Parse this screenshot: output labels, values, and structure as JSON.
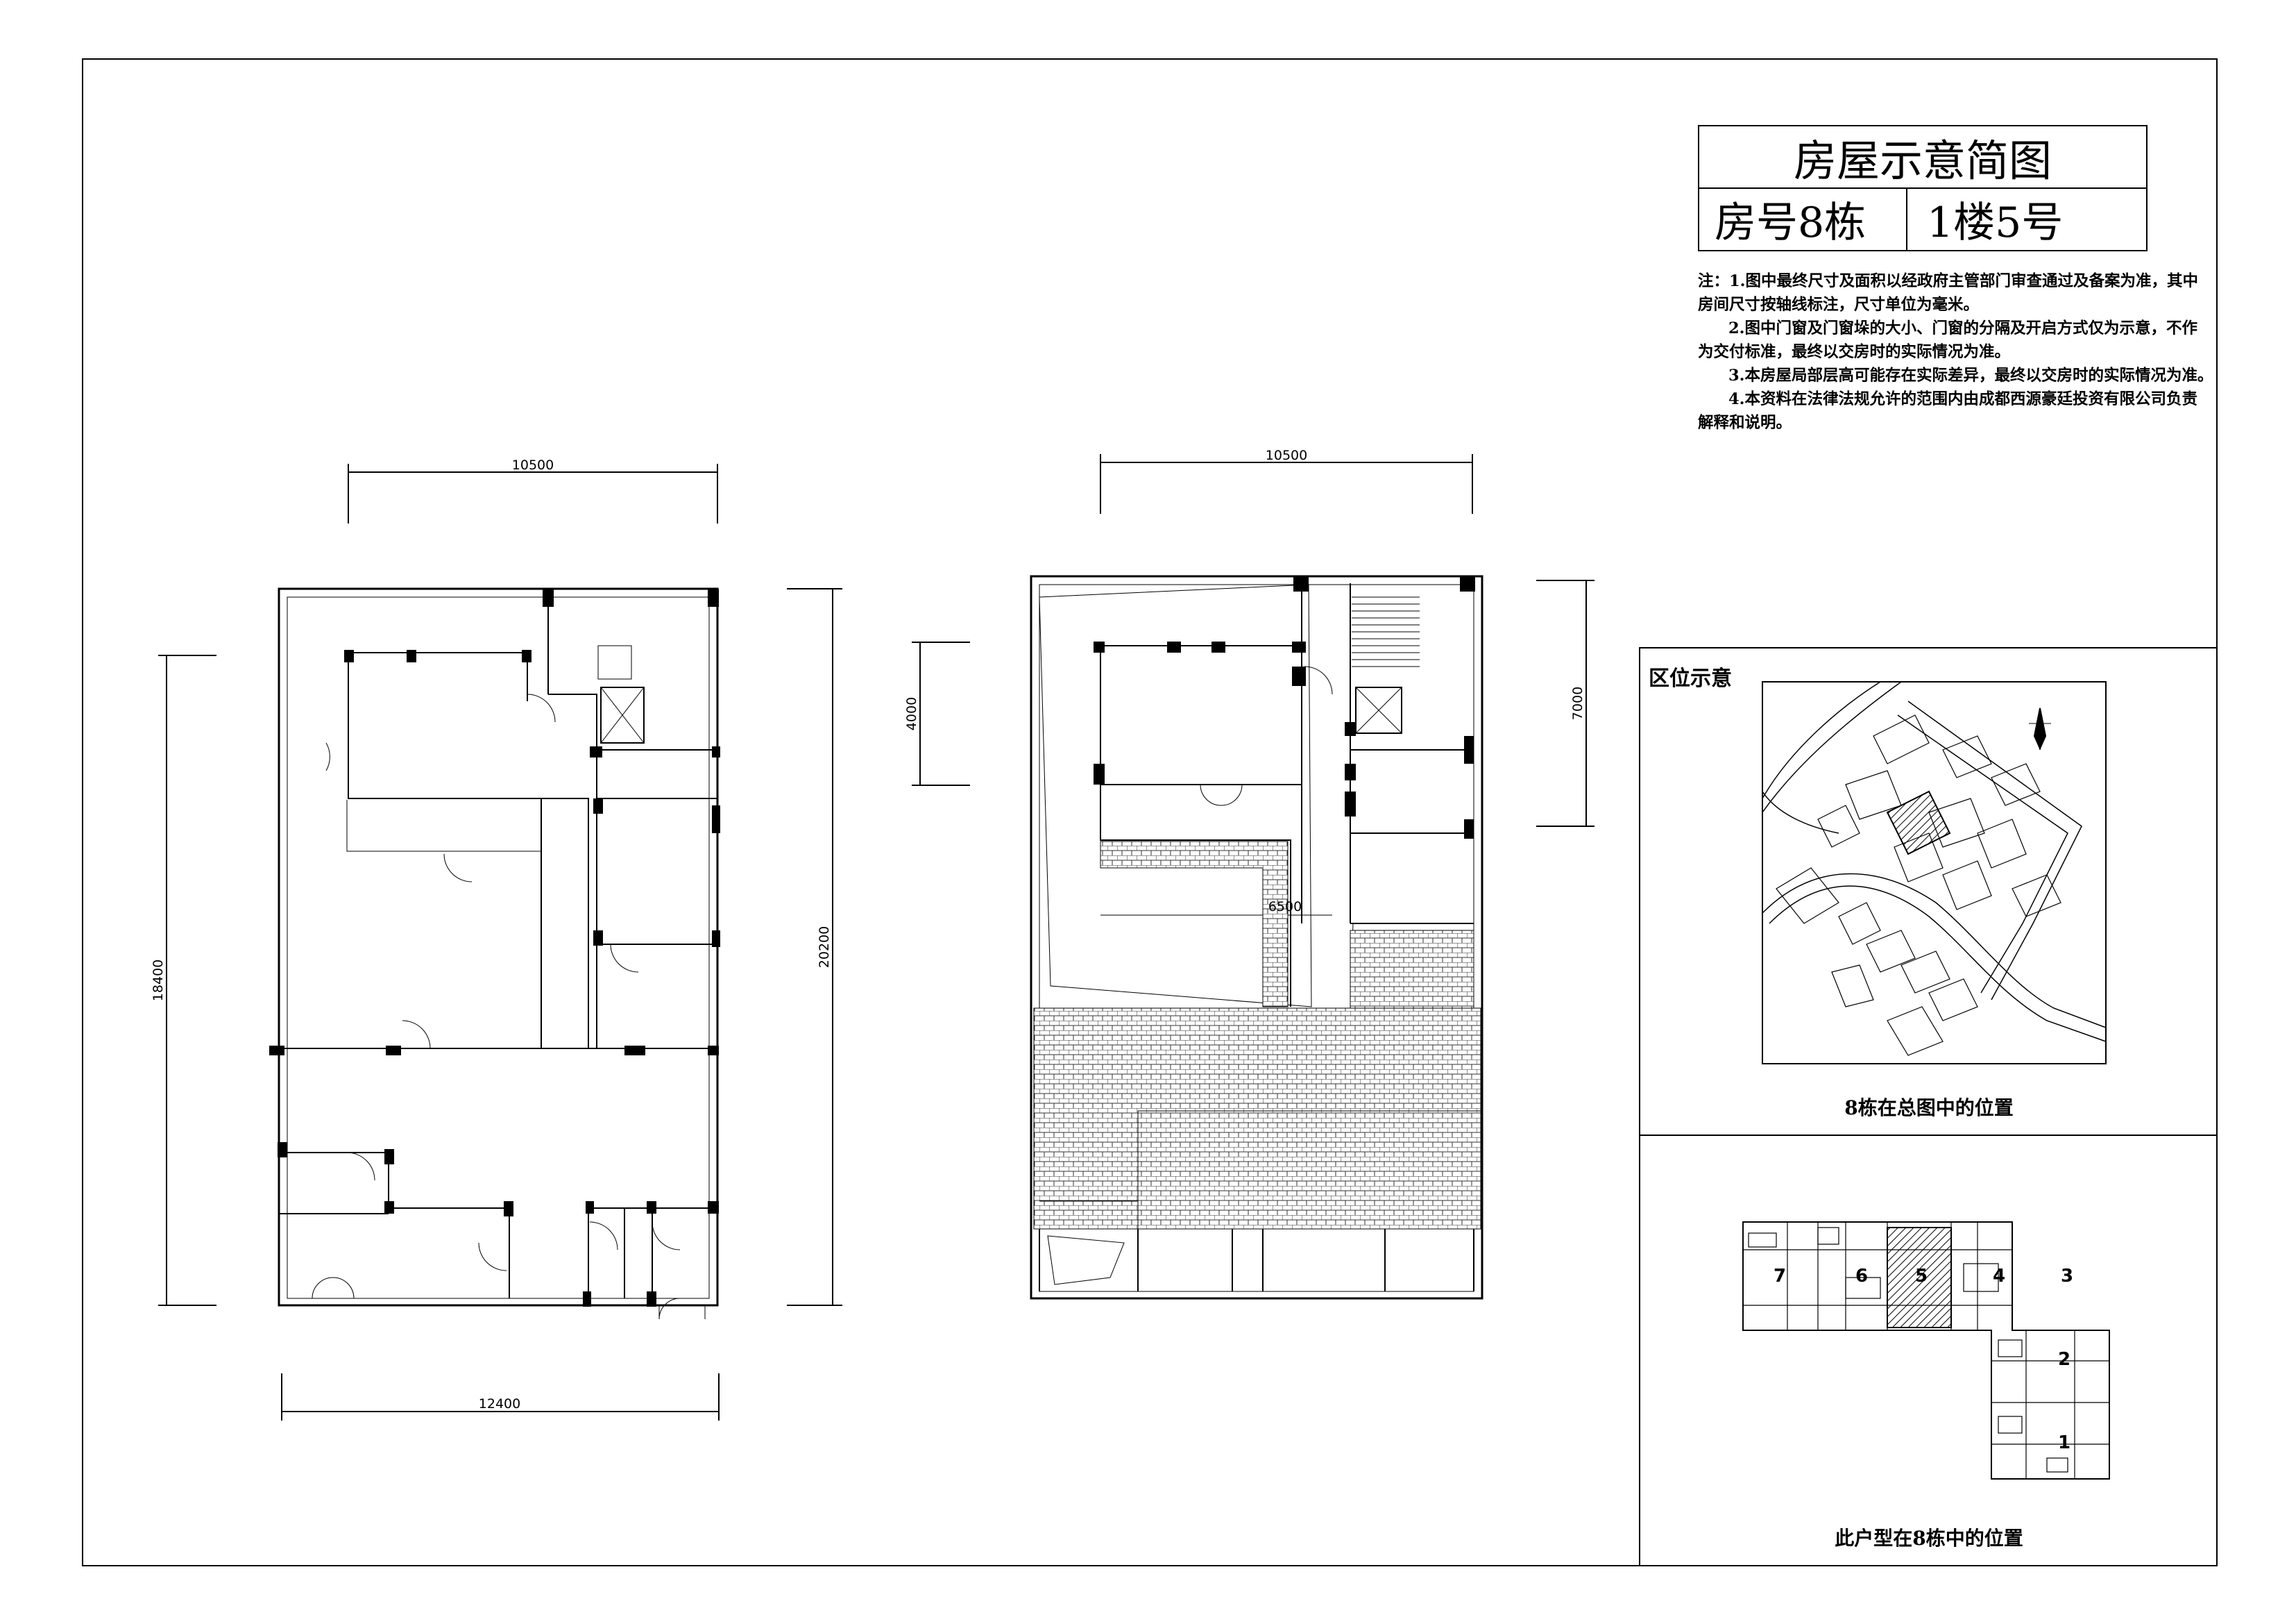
{
  "title_block": {
    "title": "房屋示意简图",
    "building_label": "房号8栋",
    "unit_label": "1楼5号"
  },
  "notes": [
    "注：1.图中最终尺寸及面积以经政府主管部门审查通过及备案为准，其中",
    "房间尺寸按轴线标注，尺寸单位为毫米。",
    "2.图中门窗及门窗垛的大小、门窗的分隔及开启方式仅为示意，不作",
    "为交付标准，最终以交房时的实际情况为准。",
    "3.本房屋局部层高可能存在实际差异，最终以交房时的实际情况为准。",
    "4.本资料在法律法规允许的范围内由成都西源豪廷投资有限公司负责",
    "解释和说明。"
  ],
  "dimensions": {
    "left_top": "10500",
    "left_bottom": "12400",
    "left_vertical_left": "18400",
    "left_vertical_right": "20200",
    "right_top": "10500",
    "right_vertical_left": "4000",
    "right_vertical_right": "7000",
    "right_inner": "6500"
  },
  "location_panel": {
    "label": "区位示意",
    "site_caption": "8栋在总图中的位置",
    "building_caption": "此户型在8栋中的位置",
    "unit_numbers": [
      "7",
      "6",
      "5",
      "4",
      "3",
      "2",
      "1"
    ]
  }
}
